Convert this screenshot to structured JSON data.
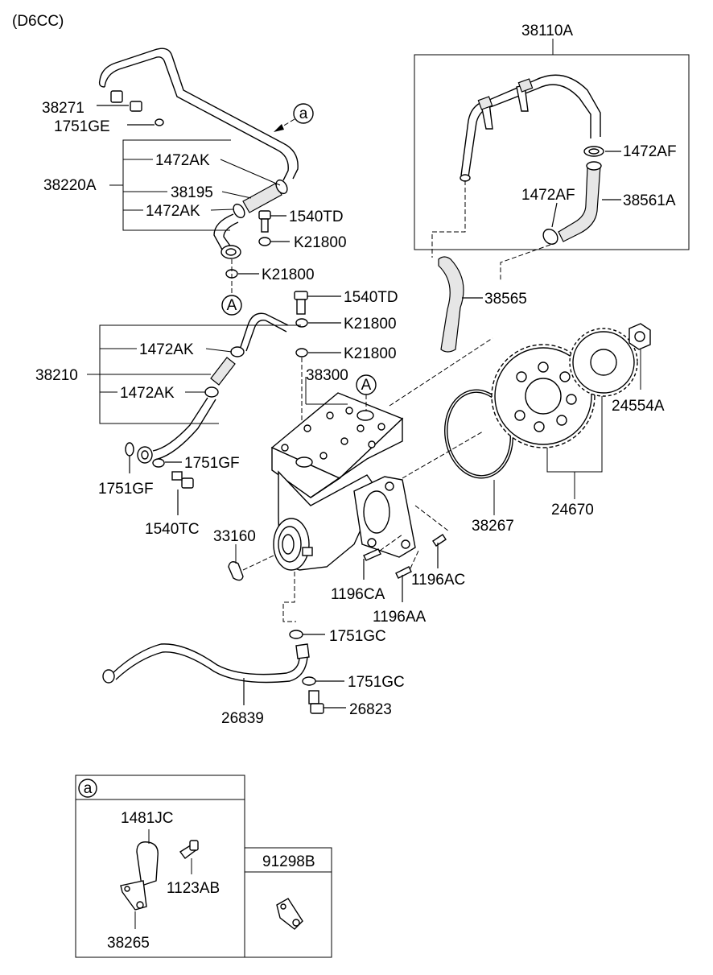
{
  "engine_code": "(D6CC)",
  "labels": {
    "p38110A": "38110A",
    "p38271": "38271",
    "p1751GE": "1751GE",
    "p38220A": "38220A",
    "p1472AK_a": "1472AK",
    "p38195": "38195",
    "p1472AK_b": "1472AK",
    "p1540TD_a": "1540TD",
    "pK21800_a": "K21800",
    "pK21800_b": "K21800",
    "p1472AF_a": "1472AF",
    "p1472AF_b": "1472AF",
    "p38561A": "38561A",
    "p38565": "38565",
    "p1540TD_b": "1540TD",
    "pK21800_c": "K21800",
    "pK21800_d": "K21800",
    "p38210": "38210",
    "p1472AK_c": "1472AK",
    "p1472AK_d": "1472AK",
    "p38300": "38300",
    "p24554A": "24554A",
    "p1751GF_a": "1751GF",
    "p1751GF_b": "1751GF",
    "p1540TC": "1540TC",
    "p33160": "33160",
    "p38267": "38267",
    "p24670": "24670",
    "p1196AC": "1196AC",
    "p1196CA": "1196CA",
    "p1196AA": "1196AA",
    "p1751GC_a": "1751GC",
    "p1751GC_b": "1751GC",
    "p26823": "26823",
    "p26839": "26839",
    "p1481JC": "1481JC",
    "p1123AB": "1123AB",
    "p38265": "38265",
    "p91298B": "91298B"
  },
  "markers": {
    "ref_a_top": "a",
    "ref_a_box": "a",
    "circle_A_left": "A",
    "circle_A_comp": "A"
  }
}
